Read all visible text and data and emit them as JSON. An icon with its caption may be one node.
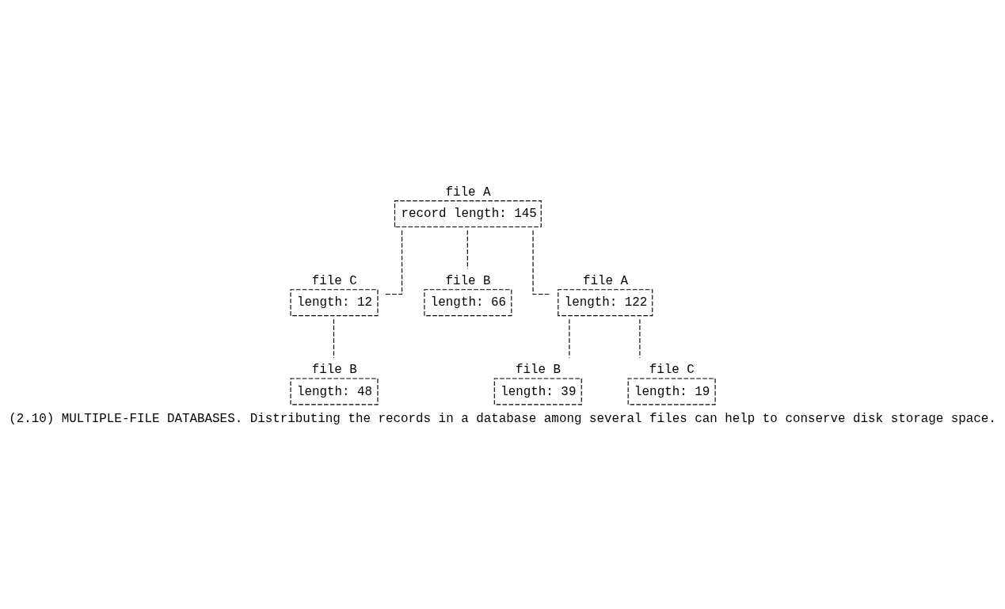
{
  "diagram": {
    "caption": "(2.10) MULTIPLE-FILE DATABASES. Distributing the records in a database among several files can help to conserve disk storage space.",
    "nodes": [
      {
        "text": [
          "file A",
          "record length: 145"
        ]
      },
      {
        "text": [
          "file C",
          "length: 12"
        ]
      },
      {
        "text": [
          "file B",
          "length: 66"
        ]
      },
      {
        "text": [
          "file A",
          "length: 122"
        ]
      },
      {
        "text": [
          "file B",
          "length: 48"
        ]
      },
      {
        "text": [
          "file B",
          "length: 39"
        ]
      },
      {
        "text": [
          "file C",
          "length: 19"
        ]
      }
    ],
    "edges": [
      {
        "from": 0,
        "to": 1,
        "arrow": "none"
      },
      {
        "from": 0,
        "to": 2,
        "arrow": "none"
      },
      {
        "from": 0,
        "to": 3,
        "arrow": "none"
      },
      {
        "from": 1,
        "to": 4,
        "arrow": "none"
      },
      {
        "from": 3,
        "to": 5,
        "arrow": "none"
      },
      {
        "from": 3,
        "to": 6,
        "arrow": "none"
      }
    ]
  }
}
